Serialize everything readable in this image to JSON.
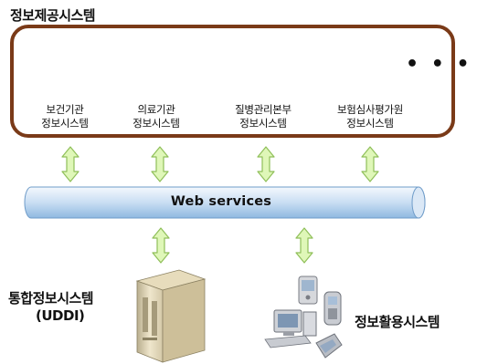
{
  "title": "정보제공시스템",
  "providers": [
    {
      "line1": "보건기관",
      "line2": "정보시스템"
    },
    {
      "line1": "의료기관",
      "line2": "정보시스템"
    },
    {
      "line1": "질병관리본부",
      "line2": "정보시스템"
    },
    {
      "line1": "보험심사평가원",
      "line2": "정보시스템"
    }
  ],
  "more": "• • •",
  "bus_label": "Web services",
  "registry": {
    "line1": "통합정보시스템",
    "line2": "(UDDI)"
  },
  "consumer": "정보활용시스템",
  "colors": {
    "frame": "#7a3a18",
    "arrow_fill": "#dff7b8",
    "arrow_stroke": "#8fbf59",
    "bus_top": "#eef4fb",
    "bus_bottom": "#9dc3e6"
  }
}
